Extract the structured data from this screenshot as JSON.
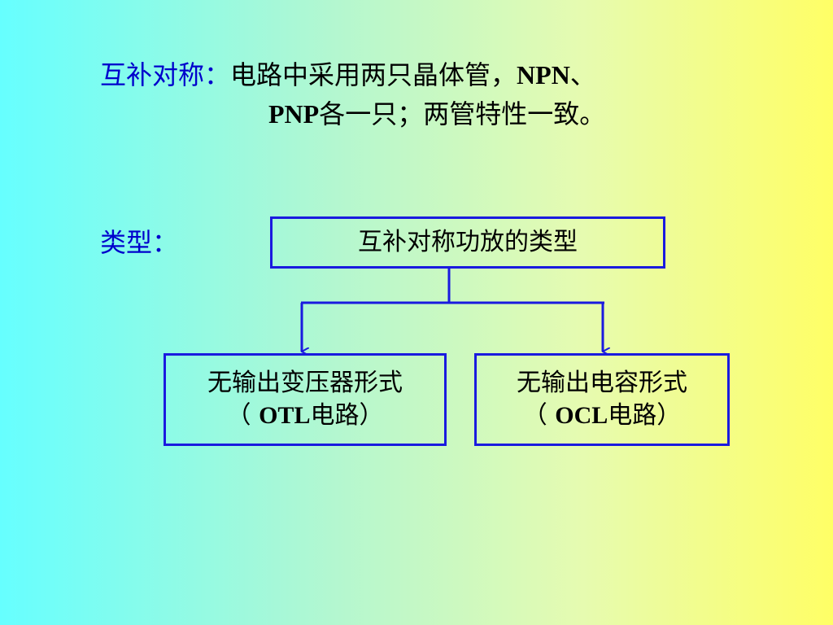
{
  "definition": {
    "term": "互补对称：",
    "line1_text": "电路中采用两只晶体管，",
    "line1_latin": "NPN",
    "line1_tail": "、",
    "line2_latin": "PNP",
    "line2_text": "各一只；两管特性一致。"
  },
  "types": {
    "label": "类型："
  },
  "diagram": {
    "root": "互补对称功放的类型",
    "left": {
      "line1": "无输出变压器形式",
      "open": "（ ",
      "latin": "OTL",
      "rest": "电路）"
    },
    "right": {
      "line1": "无输出电容形式",
      "open": "（ ",
      "latin": "OCL",
      "rest": "电路）"
    },
    "line_color": "#1a1adf"
  }
}
